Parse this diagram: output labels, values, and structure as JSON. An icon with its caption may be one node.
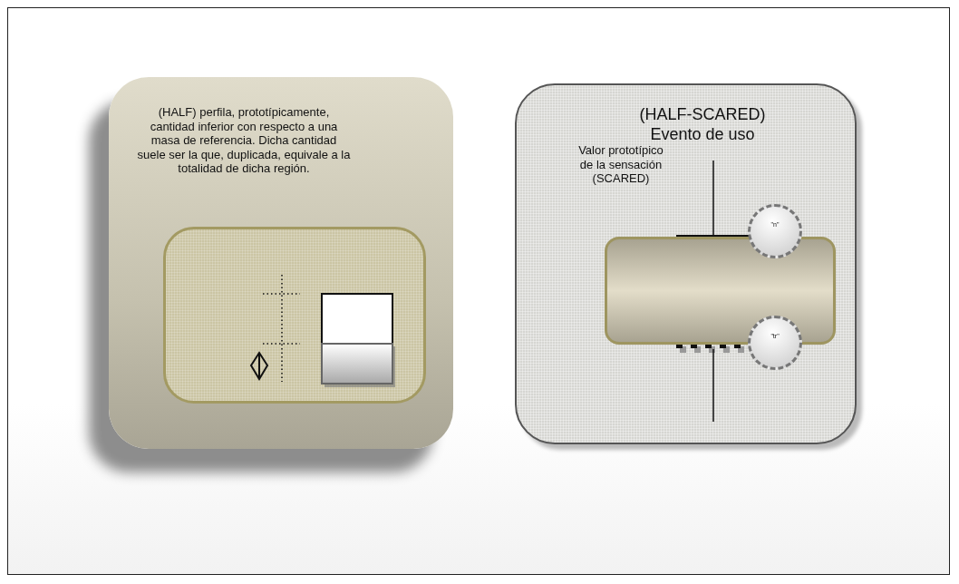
{
  "diagram": {
    "nodes": [
      {
        "text": [
          "(HALF) perfila, prototípicamente, cantidad inferior con respecto a una masa de referencia. Dicha cantidad suele ser la que, duplicada, equivale a la totalidad de dicha región."
        ]
      },
      {
        "text": [],
        "shape": "box",
        "in": 0
      },
      {
        "text": [
          "(HALF-SCARED) Evento de uso"
        ]
      },
      {
        "text": [],
        "shape": "box",
        "in": 2
      },
      {
        "text": [
          "\"n\""
        ],
        "in": 2
      },
      {
        "text": [
          "\"tr\""
        ],
        "in": 2
      }
    ],
    "labels": [
      "Valor prototípico de la sensación (SCARED)"
    ]
  }
}
